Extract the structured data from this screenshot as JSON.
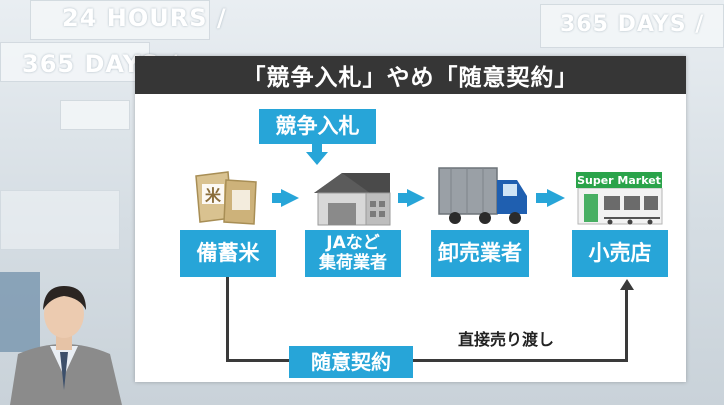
{
  "background": {
    "text_1": "24 HOURS /",
    "text_2": "365 DAYS /",
    "text_3": "365 DAYS /"
  },
  "board": {
    "title": "「競争入札」やめ「随意契約」",
    "bid_label": "競争入札",
    "stages": [
      {
        "label": "備蓄米",
        "icon": "rice-bags-icon"
      },
      {
        "label": "JAなど\n集荷業者",
        "icon": "warehouse-icon"
      },
      {
        "label": "卸売業者",
        "icon": "truck-icon"
      },
      {
        "label": "小売店",
        "icon": "supermarket-icon"
      }
    ],
    "supermarket_sign": "Super Market",
    "rice_bag_text": "米",
    "contract_label": "随意契約",
    "direct_label": "直接売り渡し"
  },
  "colors": {
    "accent_blue": "#27a5d8",
    "title_bar": "#363636",
    "line": "#3a3a3a",
    "supermarket_green": "#2aa34a"
  }
}
